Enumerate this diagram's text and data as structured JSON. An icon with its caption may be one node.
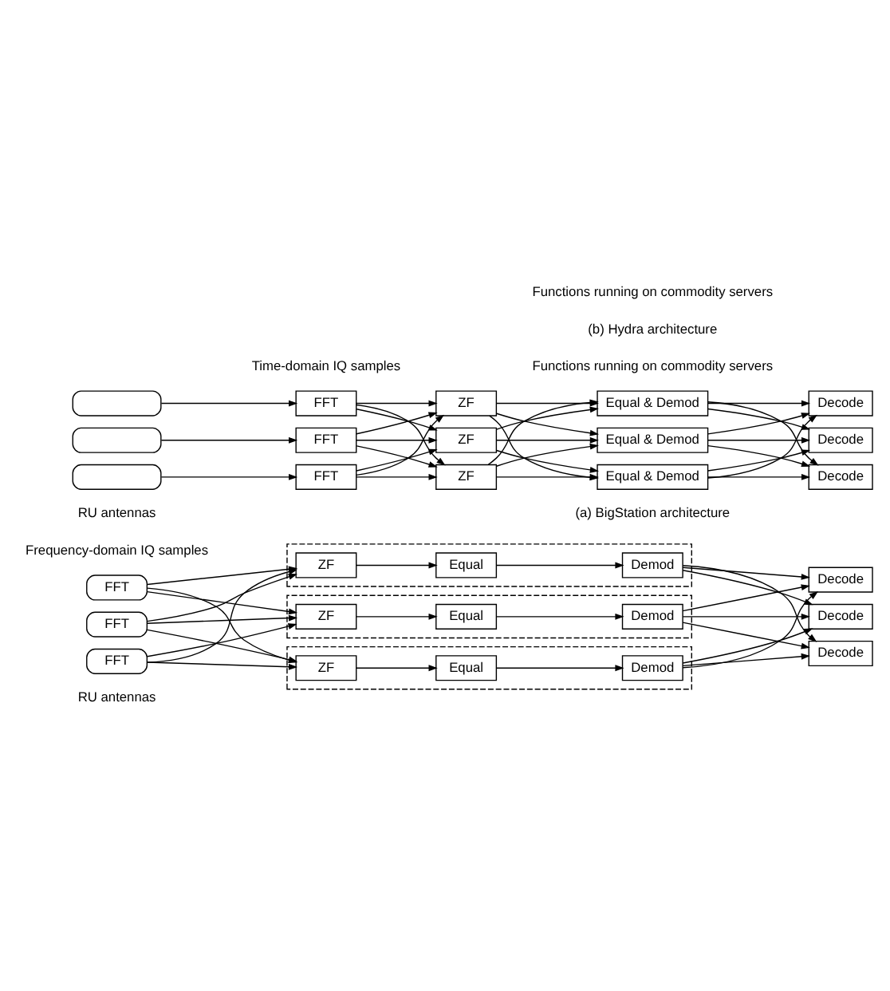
{
  "diagram": {
    "nodes": [
      {
        "text": [],
        "shape": "box"
      },
      {
        "text": [],
        "shape": "box"
      },
      {
        "text": [],
        "shape": "box"
      },
      {
        "text": [
          "FFT"
        ]
      },
      {
        "text": [
          "FFT"
        ]
      },
      {
        "text": [
          "FFT"
        ]
      },
      {
        "text": [
          "ZF"
        ]
      },
      {
        "text": [
          "ZF"
        ]
      },
      {
        "text": [
          "ZF"
        ]
      },
      {
        "text": [
          "Equal & Demod"
        ]
      },
      {
        "text": [
          "Equal & Demod"
        ]
      },
      {
        "text": [
          "Equal & Demod"
        ]
      },
      {
        "text": [
          "Decode"
        ]
      },
      {
        "text": [
          "Decode"
        ]
      },
      {
        "text": [
          "Decode"
        ]
      },
      {
        "text": [
          "FFT"
        ]
      },
      {
        "text": [
          "FFT"
        ]
      },
      {
        "text": [
          "FFT"
        ]
      },
      {
        "text": [],
        "shape": "box"
      },
      {
        "text": [
          "ZF"
        ],
        "in": 18
      },
      {
        "text": [
          "Equal"
        ],
        "in": 18
      },
      {
        "text": [
          "Demod"
        ],
        "in": 18
      },
      {
        "text": [],
        "shape": "box"
      },
      {
        "text": [
          "ZF"
        ],
        "in": 22
      },
      {
        "text": [
          "Equal"
        ],
        "in": 22
      },
      {
        "text": [
          "Demod"
        ],
        "in": 22
      },
      {
        "text": [],
        "shape": "box"
      },
      {
        "text": [
          "ZF"
        ],
        "in": 26
      },
      {
        "text": [
          "Equal"
        ],
        "in": 26
      },
      {
        "text": [
          "Demod"
        ],
        "in": 26
      },
      {
        "text": [
          "Decode"
        ]
      },
      {
        "text": [
          "Decode"
        ]
      },
      {
        "text": [
          "Decode"
        ]
      }
    ],
    "edges": [
      {
        "from": 0,
        "to": 3,
        "arrow": "to"
      },
      {
        "from": 1,
        "to": 4,
        "arrow": "to"
      },
      {
        "from": 2,
        "to": 5,
        "arrow": "to"
      },
      {
        "from": 3,
        "to": 6,
        "arrow": "to"
      },
      {
        "from": 3,
        "to": 7,
        "arrow": "to"
      },
      {
        "from": 3,
        "to": 8,
        "arrow": "to"
      },
      {
        "from": 4,
        "to": 6,
        "arrow": "to"
      },
      {
        "from": 4,
        "to": 7,
        "arrow": "to"
      },
      {
        "from": 4,
        "to": 8,
        "arrow": "to"
      },
      {
        "from": 5,
        "to": 6,
        "arrow": "to"
      },
      {
        "from": 5,
        "to": 7,
        "arrow": "to"
      },
      {
        "from": 5,
        "to": 8,
        "arrow": "to"
      },
      {
        "from": 6,
        "to": 9,
        "arrow": "to"
      },
      {
        "from": 6,
        "to": 10,
        "arrow": "to"
      },
      {
        "from": 6,
        "to": 11,
        "arrow": "to"
      },
      {
        "from": 7,
        "to": 9,
        "arrow": "to"
      },
      {
        "from": 7,
        "to": 10,
        "arrow": "to"
      },
      {
        "from": 7,
        "to": 11,
        "arrow": "to"
      },
      {
        "from": 8,
        "to": 9,
        "arrow": "to"
      },
      {
        "from": 8,
        "to": 10,
        "arrow": "to"
      },
      {
        "from": 8,
        "to": 11,
        "arrow": "to"
      },
      {
        "from": 9,
        "to": 12,
        "arrow": "to"
      },
      {
        "from": 9,
        "to": 13,
        "arrow": "to"
      },
      {
        "from": 9,
        "to": 14,
        "arrow": "to"
      },
      {
        "from": 10,
        "to": 12,
        "arrow": "to"
      },
      {
        "from": 10,
        "to": 13,
        "arrow": "to"
      },
      {
        "from": 10,
        "to": 14,
        "arrow": "to"
      },
      {
        "from": 11,
        "to": 12,
        "arrow": "to"
      },
      {
        "from": 11,
        "to": 13,
        "arrow": "to"
      },
      {
        "from": 11,
        "to": 14,
        "arrow": "to"
      },
      {
        "from": 15,
        "to": 19,
        "arrow": "to"
      },
      {
        "from": 15,
        "to": 23,
        "arrow": "to"
      },
      {
        "from": 15,
        "to": 27,
        "arrow": "to"
      },
      {
        "from": 16,
        "to": 19,
        "arrow": "to"
      },
      {
        "from": 16,
        "to": 23,
        "arrow": "to"
      },
      {
        "from": 16,
        "to": 27,
        "arrow": "to"
      },
      {
        "from": 17,
        "to": 19,
        "arrow": "to"
      },
      {
        "from": 17,
        "to": 23,
        "arrow": "to"
      },
      {
        "from": 17,
        "to": 27,
        "arrow": "to"
      },
      {
        "from": 19,
        "to": 20,
        "arrow": "to"
      },
      {
        "from": 20,
        "to": 21,
        "arrow": "to"
      },
      {
        "from": 23,
        "to": 24,
        "arrow": "to"
      },
      {
        "from": 24,
        "to": 25,
        "arrow": "to"
      },
      {
        "from": 27,
        "to": 28,
        "arrow": "to"
      },
      {
        "from": 28,
        "to": 29,
        "arrow": "to"
      },
      {
        "from": 21,
        "to": 30,
        "arrow": "to"
      },
      {
        "from": 21,
        "to": 31,
        "arrow": "to"
      },
      {
        "from": 21,
        "to": 32,
        "arrow": "to"
      },
      {
        "from": 25,
        "to": 30,
        "arrow": "to"
      },
      {
        "from": 25,
        "to": 31,
        "arrow": "to"
      },
      {
        "from": 25,
        "to": 32,
        "arrow": "to"
      },
      {
        "from": 29,
        "to": 30,
        "arrow": "to"
      },
      {
        "from": 29,
        "to": 31,
        "arrow": "to"
      },
      {
        "from": 29,
        "to": 32,
        "arrow": "to"
      }
    ],
    "labels": [
      "Time-domain IQ samples",
      "RU antennas",
      "Functions running on commodity servers",
      "(a) BigStation architecture",
      "Frequency-domain IQ samples",
      "RU antennas",
      "Functions running on commodity servers",
      "(b) Hydra architecture"
    ]
  }
}
